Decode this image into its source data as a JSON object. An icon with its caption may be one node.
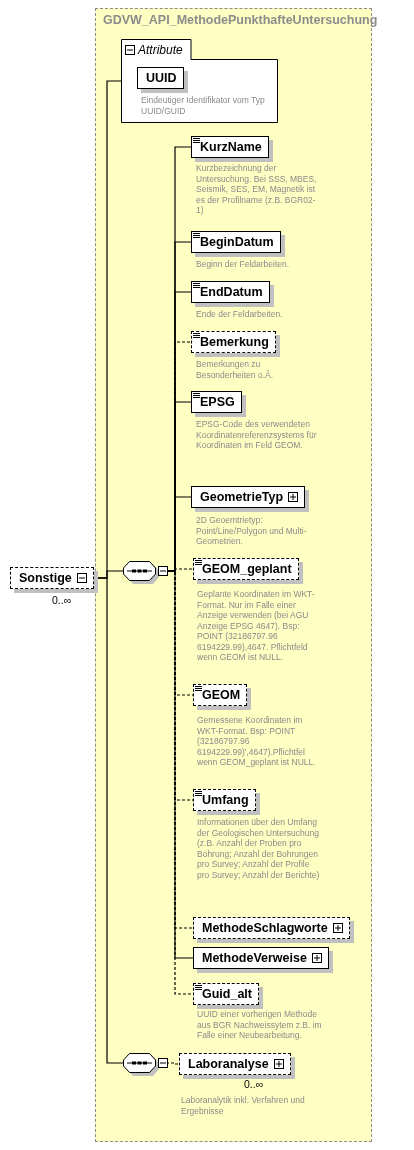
{
  "diagram": {
    "nodes": [
      {
        "text": [
          "Sonstige"
        ],
        "beside": [
          "0..∞"
        ]
      },
      {
        "text": [
          "GDVW_API_MethodePunkthafteUntersuchung"
        ]
      },
      {
        "text": [
          "Attribute"
        ],
        "in": 1
      },
      {
        "text": [
          "UUID"
        ],
        "in": 2,
        "beside": [
          "Eindeutiger Identifikator vom Typ UUID/GUID"
        ]
      },
      {
        "text": [],
        "shape": "octagon",
        "in": 1
      },
      {
        "text": [
          "KurzName"
        ],
        "in": 1,
        "beside": [
          "Kurzbezeichnung der Untersuchung. Bei SSS, MBES, Seismik, SES, EM, Magnetik ist es der Profilname (z.B. BGR02-1)"
        ]
      },
      {
        "text": [
          "BeginDatum"
        ],
        "in": 1,
        "beside": [
          "Beginn der Feldarbeiten."
        ]
      },
      {
        "text": [
          "EndDatum"
        ],
        "in": 1,
        "beside": [
          "Ende der Feldarbeiten."
        ]
      },
      {
        "text": [
          "Bemerkung"
        ],
        "in": 1,
        "beside": [
          "Bemerkungen zu Besonderheiten o.Ä."
        ]
      },
      {
        "text": [
          "EPSG"
        ],
        "in": 1,
        "beside": [
          "EPSG-Code des verwendeten Koordinatenreferenzsystems für Koordinaten im Feld GEOM."
        ]
      },
      {
        "text": [
          "GeometrieTyp"
        ],
        "in": 1,
        "beside": [
          "2D Geoemtrietyp: Point/Line/Polygon und Multi-Geometrien."
        ]
      },
      {
        "text": [
          "GEOM_geplant"
        ],
        "in": 1,
        "beside": [
          "Geplante Koordinaten im WKT-Format. Nur im Falle einer Anzeige verwenden (bei AGU Anzeige EPSG 4647). Bsp: POINT (32186797.96 6194229.99),4647. Pflichtfeld wenn GEOM ist NULL."
        ]
      },
      {
        "text": [
          "GEOM"
        ],
        "in": 1,
        "beside": [
          "Gemessene Koordinaten im WKT-Format. Bsp: POINT (32186797.96 6194229.99)',4647).Pflichtfel wenn GEOM_geplant ist NULL."
        ]
      },
      {
        "text": [
          "Umfang"
        ],
        "in": 1,
        "beside": [
          "Informationen über den Umfang der Geologischen Untersuchung (z.B. Anzahl der Proben pro Bohrung; Anzahl der Bohrungen pro Survey; Anzahl der Profile pro Survey; Anzahl der Berichte)"
        ]
      },
      {
        "text": [
          "MethodeSchlagworte"
        ],
        "in": 1
      },
      {
        "text": [
          "MethodeVerweise"
        ],
        "in": 1
      },
      {
        "text": [
          "Guid_alt"
        ],
        "in": 1,
        "beside": [
          "UUID einer vorherigen Methode aus BGR Nachweissytem z.B. im Falle einer Neubearbeitung."
        ]
      },
      {
        "text": [],
        "shape": "octagon",
        "in": 1
      },
      {
        "text": [
          "Laboranalyse"
        ],
        "in": 1,
        "beside": [
          "0..∞",
          "Laboranalytik inkl. Verfahren und Ergebnisse"
        ]
      }
    ],
    "edges": [
      {
        "from": 0,
        "to": 2,
        "arrow": "none"
      },
      {
        "from": 0,
        "to": 4,
        "arrow": "none"
      },
      {
        "from": 0,
        "to": 17,
        "arrow": "none"
      },
      {
        "from": 4,
        "to": 5,
        "arrow": "none"
      },
      {
        "from": 4,
        "to": 6,
        "arrow": "none"
      },
      {
        "from": 4,
        "to": 7,
        "arrow": "none"
      },
      {
        "from": 4,
        "to": 8,
        "arrow": "none",
        "style": "dashed"
      },
      {
        "from": 4,
        "to": 9,
        "arrow": "none"
      },
      {
        "from": 4,
        "to": 10,
        "arrow": "none"
      },
      {
        "from": 4,
        "to": 11,
        "arrow": "none",
        "style": "dashed"
      },
      {
        "from": 4,
        "to": 12,
        "arrow": "none",
        "style": "dashed"
      },
      {
        "from": 4,
        "to": 13,
        "arrow": "none",
        "style": "dashed"
      },
      {
        "from": 4,
        "to": 14,
        "arrow": "none",
        "style": "dashed"
      },
      {
        "from": 4,
        "to": 15,
        "arrow": "none"
      },
      {
        "from": 4,
        "to": 16,
        "arrow": "none",
        "style": "dashed"
      },
      {
        "from": 17,
        "to": 18,
        "arrow": "none",
        "style": "dashed"
      }
    ]
  }
}
